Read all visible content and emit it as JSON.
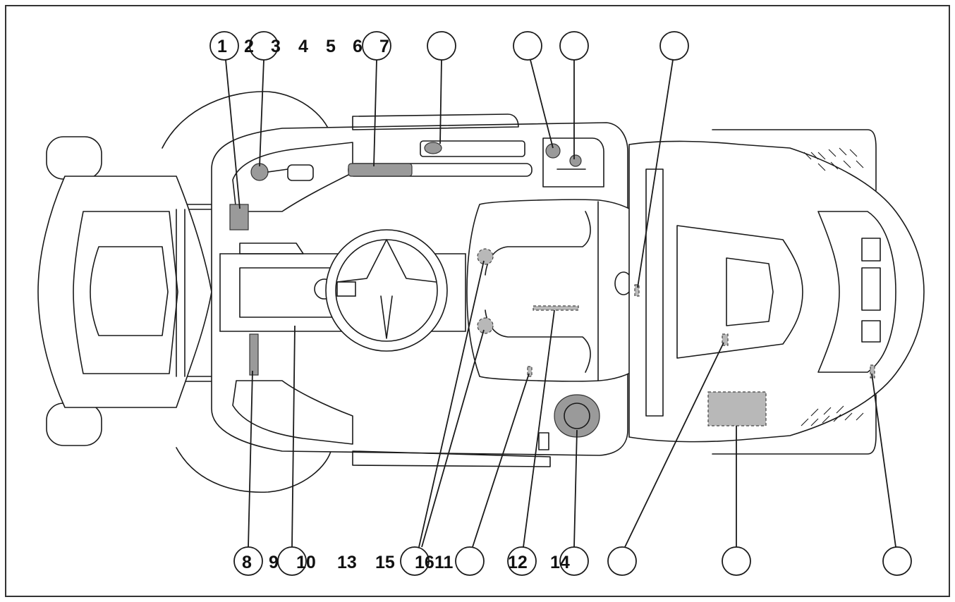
{
  "figure": {
    "top_labels": [
      "1",
      "2",
      "3",
      "4",
      "5",
      "6",
      "7"
    ],
    "bottom_labels": [
      "8",
      "9",
      "10",
      "13",
      "15",
      "16",
      "11",
      "12",
      "14"
    ]
  }
}
